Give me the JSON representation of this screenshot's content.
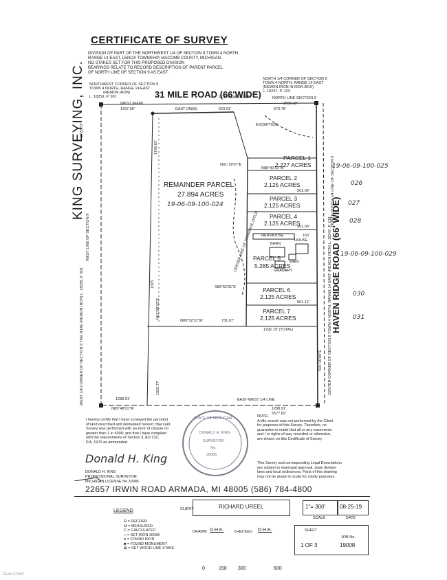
{
  "header": {
    "title": "CERTIFICATE OF SURVEY",
    "description_lines": [
      "DIVISION OF PART OF THE NORTHWEST 1/4 OF SECTION 9,TOWN 4 NORTH,",
      "RANGE 14 EAST, LENOX TOWNSHIP, MACOMB COUNTY, MICHIGAN.",
      "NO STAKES SET FOR THIS PROPOSED DIVISION",
      "BEARINGS RELATE TO RECORD DESCRIPTION OF PARENT PARCEL",
      "OF NORTH LINE OF SECTION 9 AS EAST."
    ]
  },
  "company": {
    "name": "KING SURVEYING, INC."
  },
  "roads": {
    "north": "31 MILE ROAD (66'WIDE)",
    "east": "HAVEN RIDGE ROAD (66' WIDE)"
  },
  "corners": {
    "nw": [
      "NORTHWEST CORNER OF SECTION 9",
      "TOWN 4 NORTH, RANGE 14 EAST",
      "(REMON IRON)",
      "L. 18259, P. 901"
    ],
    "n_quarter": [
      "NORTH 1/4 CORNER OF SECTION 9",
      "TOWN 4 NORTH, RANGE 14 EAST",
      "(REMON IRON IN MON BOX)",
      "L. 18247, P. 133"
    ],
    "w_quarter": "WEST 1/4 CORNER OF SECTION 9 T4N, R14E (REMON IRON) L. 18259, P. 901",
    "center": "CENTER CORNER OF SECTION 9 TOWN 4 NORTH, RANGE 14 EAST (REMON IRON) L. 18247, P. 133"
  },
  "plat_labels": {
    "west_rm": "WEST (R&M)",
    "east_rm": "EAST (R&M)",
    "pob_remainder": "POB REMAINDER",
    "north_line": "NORTH LINE SECTION 9",
    "exception": "EXCEPTION",
    "west_line": "WEST LINE OF SECTION 9",
    "ns_quarter_line": "NORTH-SOUTH 1/4 LINE OF SECTION 9",
    "ew_quarter_line": "EAST-WEST 1/4 LINE",
    "drain": "CENTER LINE OF DRAINAGE DITCH",
    "hen_house": "HEN HOUSE",
    "barn": "BARN",
    "house": "HOUSE",
    "shed": "SHED",
    "granary": "GRANARY",
    "pob": "POB",
    "total": "TOTAL"
  },
  "dimensions": {
    "d1297": "1297.66'",
    "d623": "623.91'",
    "d673": "673.75'",
    "d2595": "2595.32'",
    "d2722": "2722.73'",
    "d1706": "1706.81'",
    "d1375": "1375'",
    "d1022": "1022.77'",
    "d1288a": "1288.91'",
    "d1288b": "1288.91'",
    "d2577": "2577.82'",
    "d731": "731.07'",
    "d1292": "1292.19' (TOTAL)",
    "d561": "561.00'",
    "d561b": "561.12'",
    "d165": "165'",
    "b1": "N01°18'07\"E",
    "b2": "N88°40'53\"W",
    "b3": "S89°52'31\"E",
    "b4": "N89°52'31\"W",
    "b5": "N89°48'01\"W",
    "b6": "N01°08'13\"E",
    "b7": "S01°20'00\"E"
  },
  "parcels": [
    {
      "name": "PARCEL 1",
      "acres": "2.227 ACRES",
      "tax": "19-06-09-100-025"
    },
    {
      "name": "PARCEL 2",
      "acres": "2.125 ACRES",
      "tax": "026"
    },
    {
      "name": "PARCEL 3",
      "acres": "2.125 ACRES",
      "tax": "027"
    },
    {
      "name": "PARCEL 4",
      "acres": "2.125 ACRES",
      "tax": "028"
    },
    {
      "name": "PARCEL 5",
      "acres": "5.285 ACRES",
      "tax": "19-06-09-100-029"
    },
    {
      "name": "PARCEL 6",
      "acres": "2.125 ACRES",
      "tax": "030"
    },
    {
      "name": "PARCEL 7",
      "acres": "2.125 ACRES",
      "tax": "031"
    }
  ],
  "remainder": {
    "name": "REMAINDER PARCEL",
    "acres": "27.894 ACRES",
    "tax": "19-06-09-100-024"
  },
  "certification": [
    "I hereby certify that I have surveyed the parcel(s)",
    "of land described and delineated hereon; that said",
    "Survey was performed with an error of closure no",
    "greater than 1 in 5000; and that I have complied",
    "with the requirements of Section 3, Act 132,",
    "P.A. 1970 as ammended."
  ],
  "title_search_note": [
    "NOTE:",
    "A title search was not performed by the Client",
    "for purposes of this Survey. Therefore, no",
    "guarantee is made that all or any easements",
    "and / or rights of way recorded or otherwise,",
    "are shown on this Certificate of Survey."
  ],
  "legal_note": [
    "This Survey and corresponding Legal Descriptions",
    "are subject to municipal approval, state division",
    "laws and local ordinances. Parts of this drawing",
    "may not be drawn to scale for clarity purposes."
  ],
  "seal": {
    "state": "STATE OF MICHIGAN",
    "name": "DONALD H. KING",
    "title": "SURVEYOR",
    "no": "No.",
    "lic": "30085"
  },
  "surveyor": [
    "DONALD H. KING",
    "PROFESSIONAL SURVEYOR",
    "MICHIGAN LICENSE No.30085"
  ],
  "address": "22657 IRWIN ROAD ARMADA, MI 48005 (586) 784-4800",
  "title_block": {
    "legend_label": "LEGEND",
    "legend_items": [
      "R = RECORD",
      "M = MEASURED",
      "C = CALCULATED",
      "○ = SET IRON 30085",
      "● = FOUND IRON",
      "■ = FOUND MONUMENT",
      "⊠ = SET WOOD LINE STAKE"
    ],
    "client_label": "CLIENT",
    "client": "RICHARD UREEL",
    "drawn_label": "DRAWN",
    "drawn": "D.H.K.",
    "checked_label": "CHECKED",
    "checked": "D.H.K.",
    "scale": "1\"= 300'",
    "scale_label": "SCALE",
    "date": "08-25-19",
    "date_label": "DATE",
    "sheet_label": "SHEET",
    "sheet": "1 OF 3",
    "job_label": "JOB No.",
    "job": "19008",
    "scalebar": [
      "0",
      "150",
      "300",
      "600"
    ]
  },
  "footer": {
    "watermark": "REALCOMP"
  }
}
